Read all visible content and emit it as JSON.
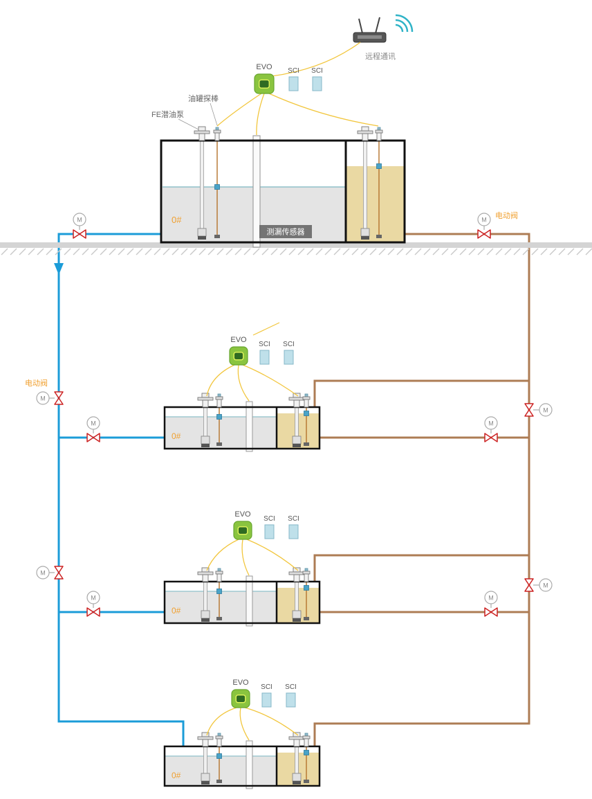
{
  "labels": {
    "remote_comm": "远程通讯",
    "evo": "EVO",
    "sci": "SCI",
    "tank_probe": "油罐探棒",
    "fe_pump": "FE潜油泵",
    "leak_sensor": "测漏传感器",
    "electric_valve": "电动阀",
    "tank_zero": "0#",
    "motor": "M"
  },
  "colors": {
    "pipe_blue": "#1b9cd8",
    "pipe_brown": "#ad7c54",
    "wire_yellow": "#f2c63d",
    "valve_red": "#cc2222",
    "evo_green": "#8ac43f",
    "sci_blue": "#bfe0ea",
    "liquid_gray": "#e4e4e4",
    "liquid_tan": "#ead9a3",
    "label_orange": "#f0a030",
    "tank_border": "#111111",
    "ground_gray": "#d4d4d4"
  },
  "tanks": [
    {
      "name": "0#",
      "position": "above-ground"
    },
    {
      "name": "0#",
      "position": "underground-1"
    },
    {
      "name": "0#",
      "position": "underground-2"
    },
    {
      "name": "0#",
      "position": "underground-3"
    }
  ]
}
